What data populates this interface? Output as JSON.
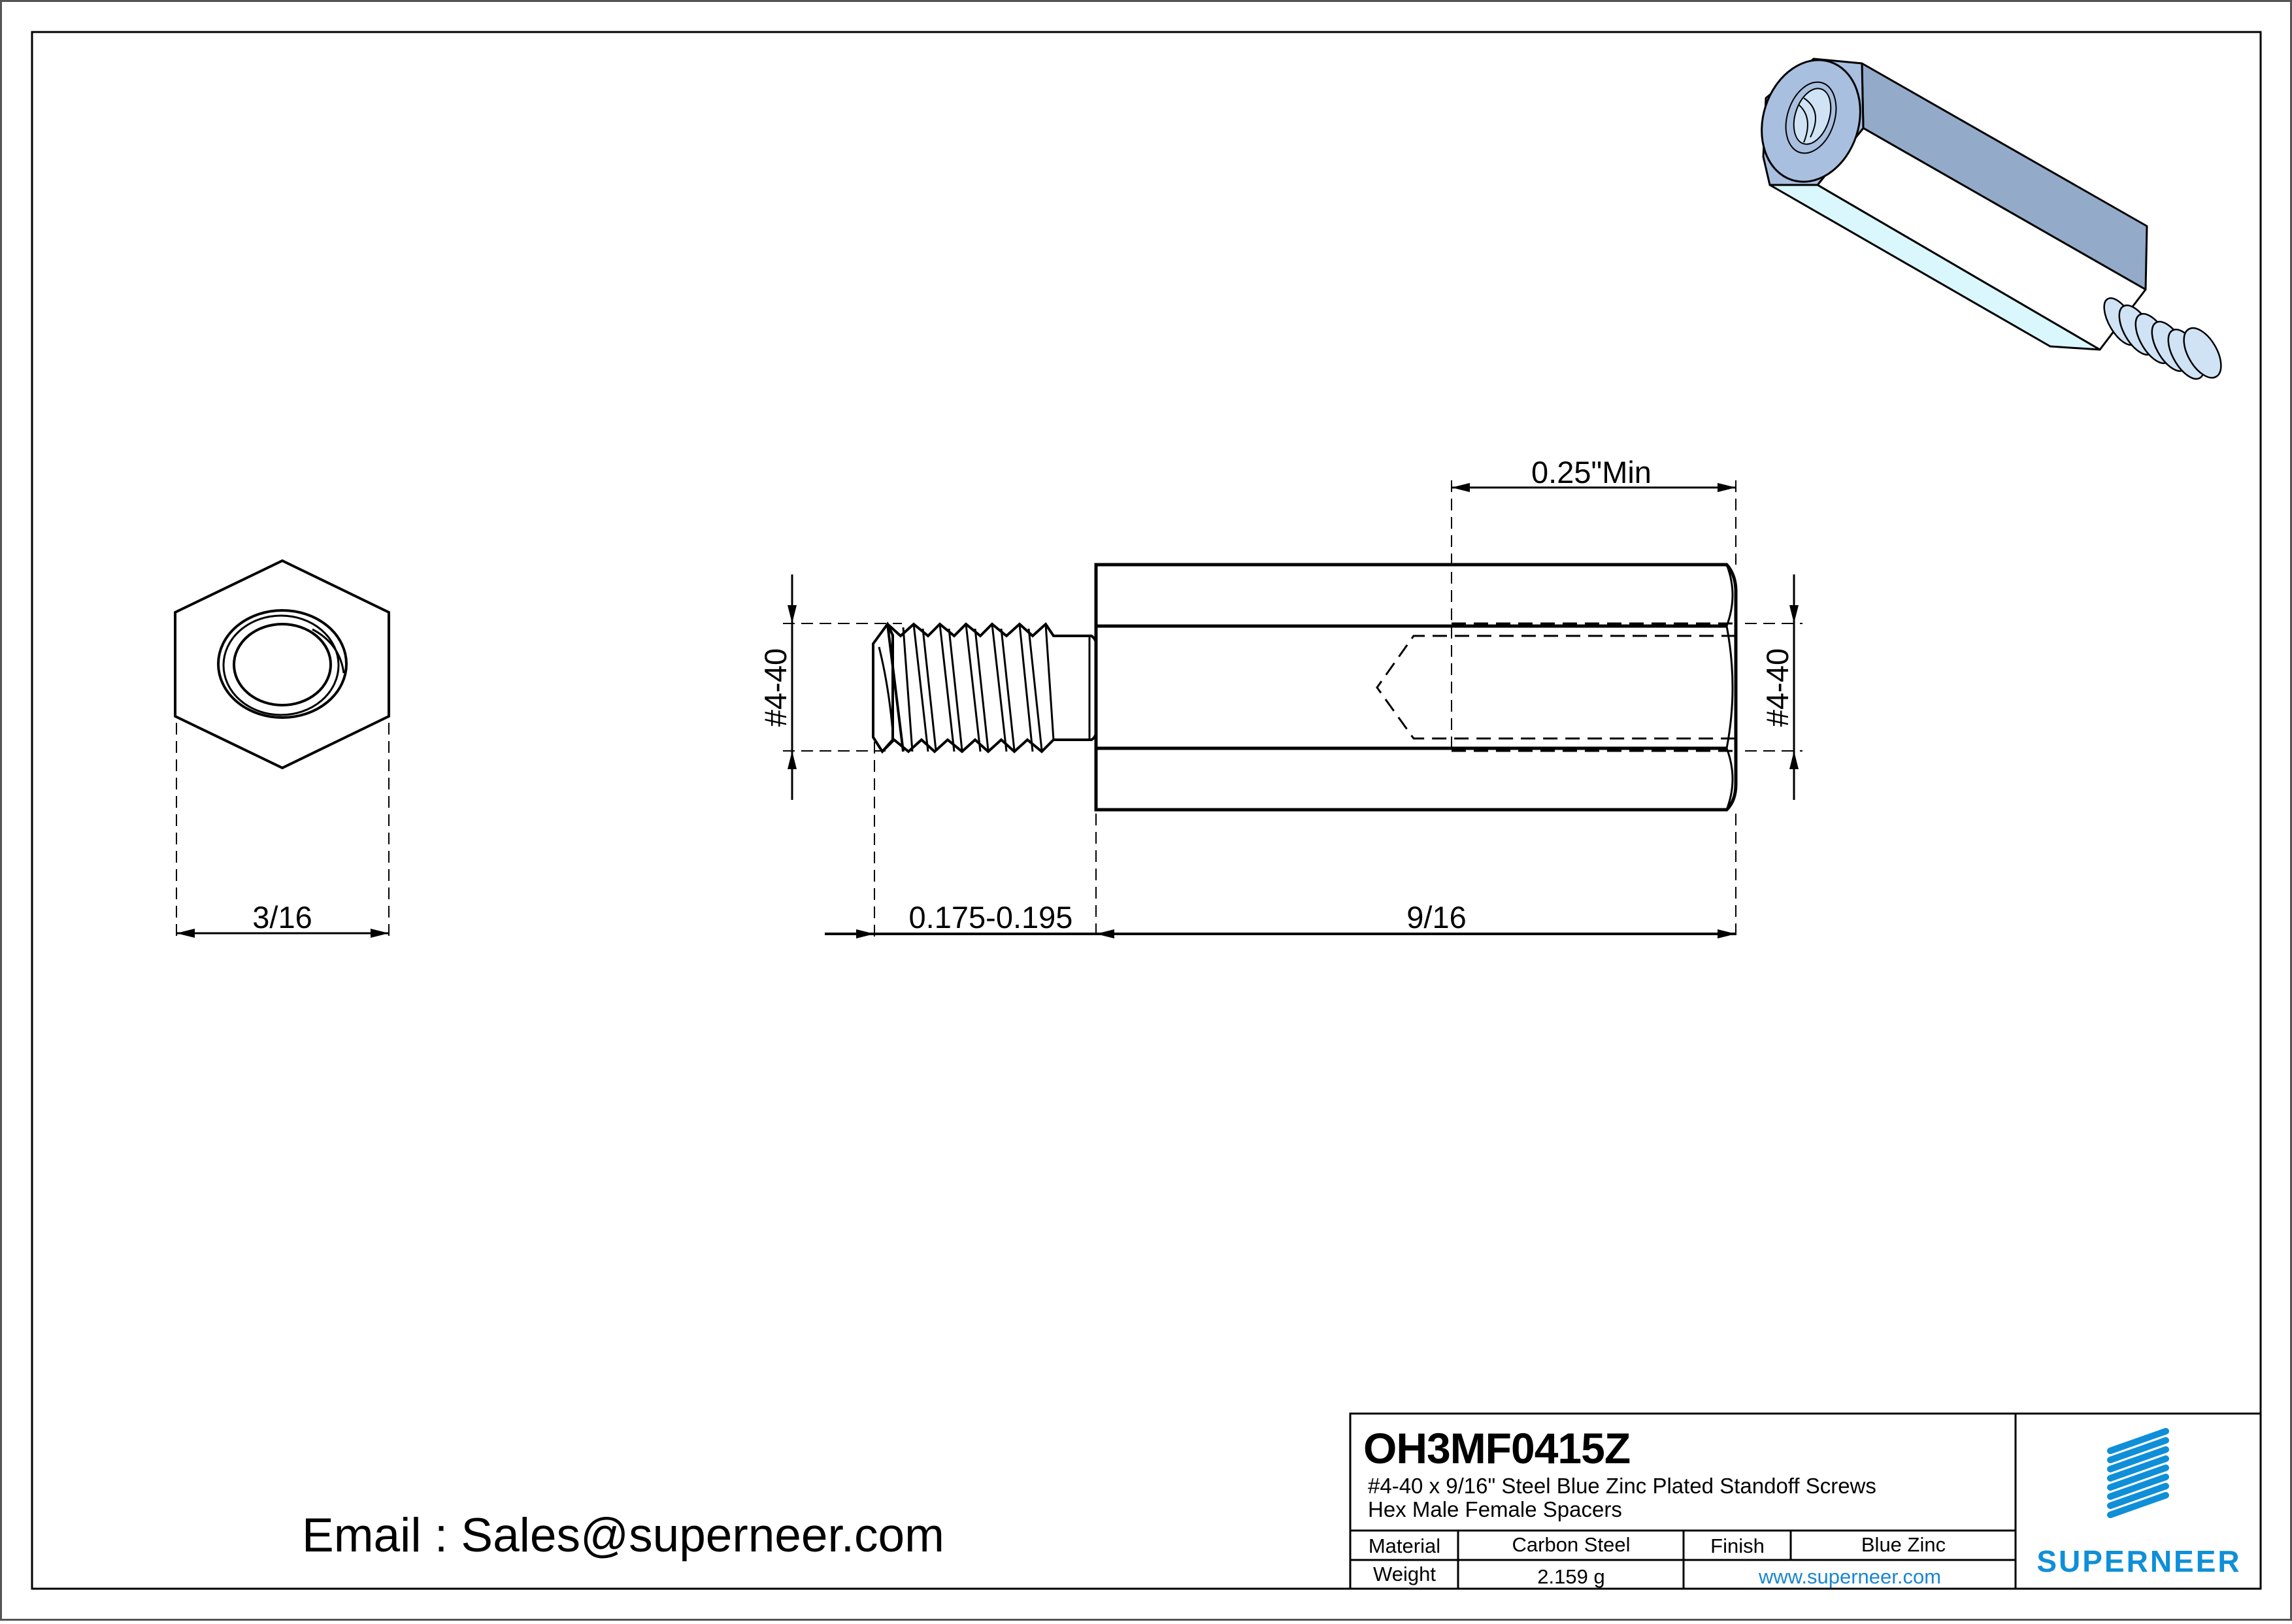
{
  "drawing": {
    "end_view": {
      "width_dim": "3/16"
    },
    "side_view": {
      "male_thread_label": "#4-40",
      "female_thread_label": "#4-40",
      "female_thread_depth": "0.25\"Min",
      "male_thread_length": "0.175-0.195",
      "body_length": "9/16"
    },
    "iso_view": {
      "colors": {
        "face": "#a9bfdf",
        "top_face": "#93abc8",
        "side_face": "#ffffff",
        "bottom_face": "#d9f7fd",
        "thread": "#cfe3f5"
      }
    }
  },
  "contact": {
    "email_line": "Email : Sales@superneer.com"
  },
  "title_block": {
    "part_number": "OH3MF0415Z",
    "description_line1": "#4-40 x 9/16\" Steel Blue Zinc Plated Standoff Screws",
    "description_line2": "Hex Male Female Spacers",
    "material_label": "Material",
    "material_value": "Carbon Steel",
    "finish_label": "Finish",
    "finish_value": "Blue Zinc",
    "weight_label": "Weight",
    "weight_value": "2.159 g",
    "website": "www.superneer.com",
    "brand_name": "SUPERNEER",
    "brand_color": "#0f8fd8",
    "link_color": "#1a86d0"
  }
}
